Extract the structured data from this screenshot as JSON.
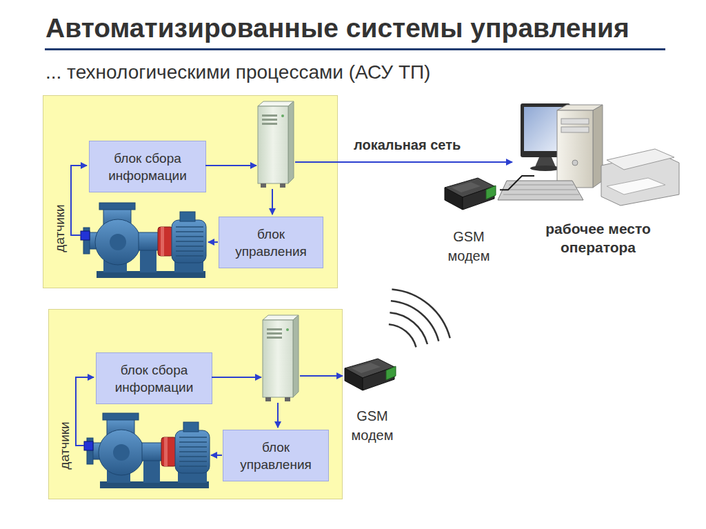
{
  "diagram": {
    "title": "Автоматизированные системы управления",
    "nodes": [
      {
        "text": [
          "датчики"
        ]
      },
      {
        "text": [
          "блок сбора информации"
        ],
        "in": 0
      },
      {
        "text": [
          "блок управления"
        ],
        "in": 0
      },
      {
        "text": [
          "GSM модем"
        ]
      },
      {
        "text": [
          "рабочее место оператора"
        ]
      },
      {
        "text": [
          "датчики"
        ]
      },
      {
        "text": [
          "блок сбора информации"
        ],
        "in": 5
      },
      {
        "text": [
          "блок управления"
        ],
        "in": 5
      },
      {
        "text": [
          "GSM модем"
        ]
      }
    ],
    "edges": [
      {
        "from": 3,
        "to": 4,
        "arrow": "none"
      }
    ],
    "labels": [
      "... технологическими процессами (АСУ ТП)",
      "локальная сеть"
    ]
  }
}
